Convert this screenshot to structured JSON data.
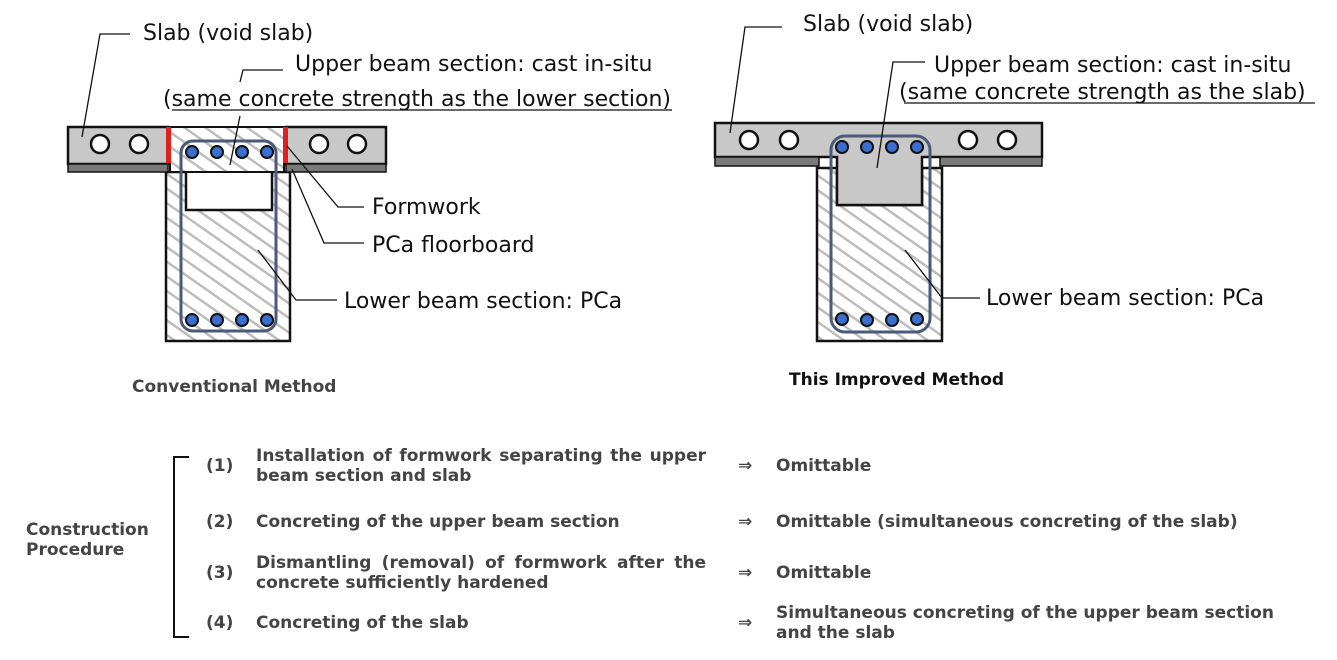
{
  "left": {
    "slab_label": "Slab (void slab)",
    "upper_label": "Upper beam section: cast in-situ",
    "upper_note": "(same concrete strength as the lower section)",
    "formwork_label": "Formwork",
    "floorboard_label": "PCa floorboard",
    "lower_label": "Lower beam section: PCa",
    "caption": "Conventional Method"
  },
  "right": {
    "slab_label": "Slab (void slab)",
    "upper_label": "Upper beam section: cast in-situ",
    "upper_note": "(same concrete strength as the slab)",
    "lower_label": "Lower beam section: PCa",
    "caption": "This Improved Method"
  },
  "procedure": {
    "title": "Construction Procedure",
    "arrow": "⇒",
    "steps": [
      {
        "num": "(1)",
        "text": "Installation of formwork separating the upper beam section and slab",
        "result": "Omittable"
      },
      {
        "num": "(2)",
        "text": "Concreting of the upper beam section",
        "result": "Omittable (simultaneous concreting of the slab)"
      },
      {
        "num": "(3)",
        "text": "Dismantling (removal) of formwork after the concrete sufficiently hardened",
        "result": "Omittable"
      },
      {
        "num": "(4)",
        "text": "Concreting of the slab",
        "result": "Simultaneous concreting of the upper beam section and the slab"
      }
    ]
  },
  "colors": {
    "slab_fill": "#c8c8c8",
    "floorboard_fill": "#7a7a7a",
    "rebar_fill": "#3a6fd0",
    "stirrup": "#4a5a7a",
    "formwork": "#e02020",
    "hatch": "#bdbdbd"
  }
}
